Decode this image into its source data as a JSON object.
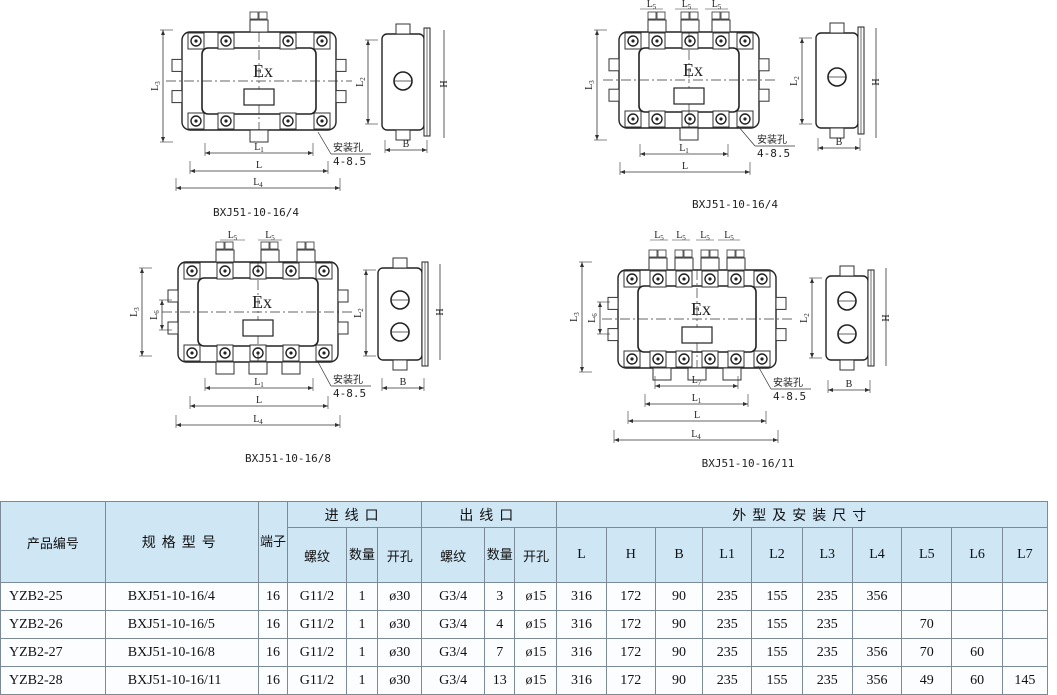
{
  "drawings": {
    "mark": "Ex",
    "hole_label": "安装孔",
    "hole_spec": "4-8.5",
    "dims": {
      "L": "L",
      "L1": "L1",
      "L2": "L2",
      "L3": "L3",
      "L4": "L4",
      "L5": "L5",
      "L6": "L6",
      "L7": "L7",
      "H": "H",
      "B": "B"
    },
    "captions": [
      "BXJ51-10-16/4",
      "BXJ51-10-16/4",
      "BXJ51-10-16/8",
      "BXJ51-10-16/11"
    ]
  },
  "table": {
    "headers": {
      "code": "产品编号",
      "model": "规格型号",
      "terminals": "端子",
      "inlet": "进线口",
      "outlet": "出线口",
      "dims": "外型及安装尺寸",
      "thread": "螺纹",
      "qty": "数量",
      "hole": "开孔",
      "L": "L",
      "H": "H",
      "B": "B",
      "L1": "L1",
      "L2": "L2",
      "L3": "L3",
      "L4": "L4",
      "L5": "L5",
      "L6": "L6",
      "L7": "L7"
    },
    "rows": [
      {
        "code": "YZB2-25",
        "model": "BXJ51-10-16/4",
        "terminals": "16",
        "in_thread": "G11/2",
        "in_qty": "1",
        "in_hole": "ø30",
        "out_thread": "G3/4",
        "out_qty": "3",
        "out_hole": "ø15",
        "L": "316",
        "H": "172",
        "B": "90",
        "L1": "235",
        "L2": "155",
        "L3": "235",
        "L4": "356",
        "L5": "",
        "L6": "",
        "L7": ""
      },
      {
        "code": "YZB2-26",
        "model": "BXJ51-10-16/5",
        "terminals": "16",
        "in_thread": "G11/2",
        "in_qty": "1",
        "in_hole": "ø30",
        "out_thread": "G3/4",
        "out_qty": "4",
        "out_hole": "ø15",
        "L": "316",
        "H": "172",
        "B": "90",
        "L1": "235",
        "L2": "155",
        "L3": "235",
        "L4": "",
        "L5": "70",
        "L6": "",
        "L7": ""
      },
      {
        "code": "YZB2-27",
        "model": "BXJ51-10-16/8",
        "terminals": "16",
        "in_thread": "G11/2",
        "in_qty": "1",
        "in_hole": "ø30",
        "out_thread": "G3/4",
        "out_qty": "7",
        "out_hole": "ø15",
        "L": "316",
        "H": "172",
        "B": "90",
        "L1": "235",
        "L2": "155",
        "L3": "235",
        "L4": "356",
        "L5": "70",
        "L6": "60",
        "L7": ""
      },
      {
        "code": "YZB2-28",
        "model": "BXJ51-10-16/11",
        "terminals": "16",
        "in_thread": "G11/2",
        "in_qty": "1",
        "in_hole": "ø30",
        "out_thread": "G3/4",
        "out_qty": "13",
        "out_hole": "ø15",
        "L": "316",
        "H": "172",
        "B": "90",
        "L1": "235",
        "L2": "155",
        "L3": "235",
        "L4": "356",
        "L5": "49",
        "L6": "60",
        "L7": "145"
      }
    ]
  }
}
